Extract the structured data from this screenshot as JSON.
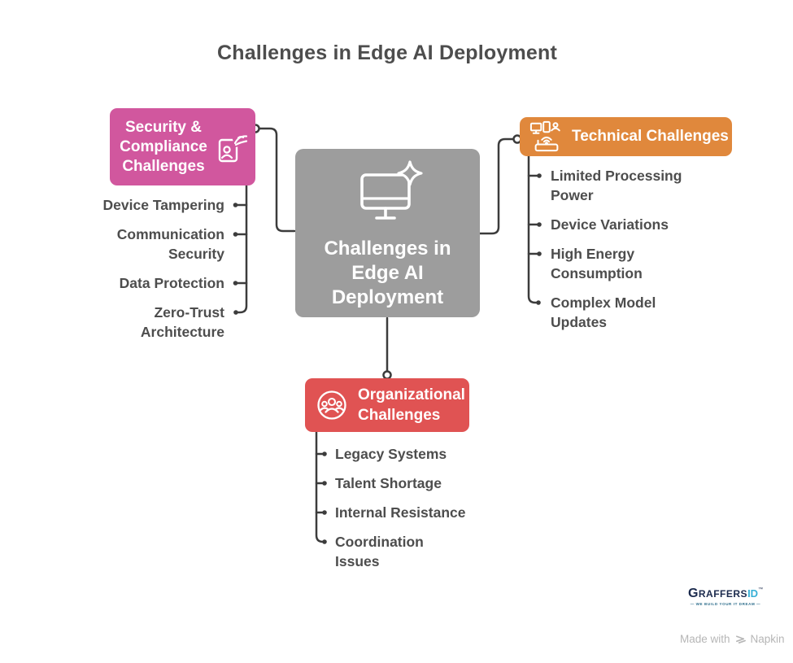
{
  "title": "Challenges in Edge AI Deployment",
  "center": {
    "label": "Challenges in Edge AI Deployment",
    "icon": "monitor-sparkle-icon",
    "color": "#9d9d9d"
  },
  "branches": {
    "security": {
      "label": "Security & Compliance Challenges",
      "icon": "id-badge-hand-icon",
      "color": "#d1579e",
      "items": [
        "Device Tampering",
        "Communication Security",
        "Data Protection",
        "Zero-Trust Architecture"
      ]
    },
    "technical": {
      "label": "Technical Challenges",
      "icon": "connected-devices-icon",
      "color": "#e0883c",
      "items": [
        "Limited Processing Power",
        "Device Variations",
        "High Energy Consumption",
        "Complex Model Updates"
      ]
    },
    "organizational": {
      "label": "Organizational Challenges",
      "icon": "people-group-icon",
      "color": "#e05353",
      "items": [
        "Legacy Systems",
        "Talent Shortage",
        "Internal Resistance",
        "Coordination Issues"
      ]
    }
  },
  "footer": {
    "brand": {
      "name_primary": "Graffers",
      "name_secondary": "ID",
      "trademark": "™",
      "tagline": "— WE BUILD YOUR IT DREAM —"
    },
    "credit": {
      "prefix": "Made with",
      "brand": "Napkin",
      "icon": "napkin-logo-icon"
    }
  },
  "colors": {
    "text": "#4d4d4d",
    "connector": "#3c3c3c",
    "center_box": "#9d9d9d",
    "security_box": "#d1579e",
    "technical_box": "#e0883c",
    "organizational_box": "#e05353"
  }
}
